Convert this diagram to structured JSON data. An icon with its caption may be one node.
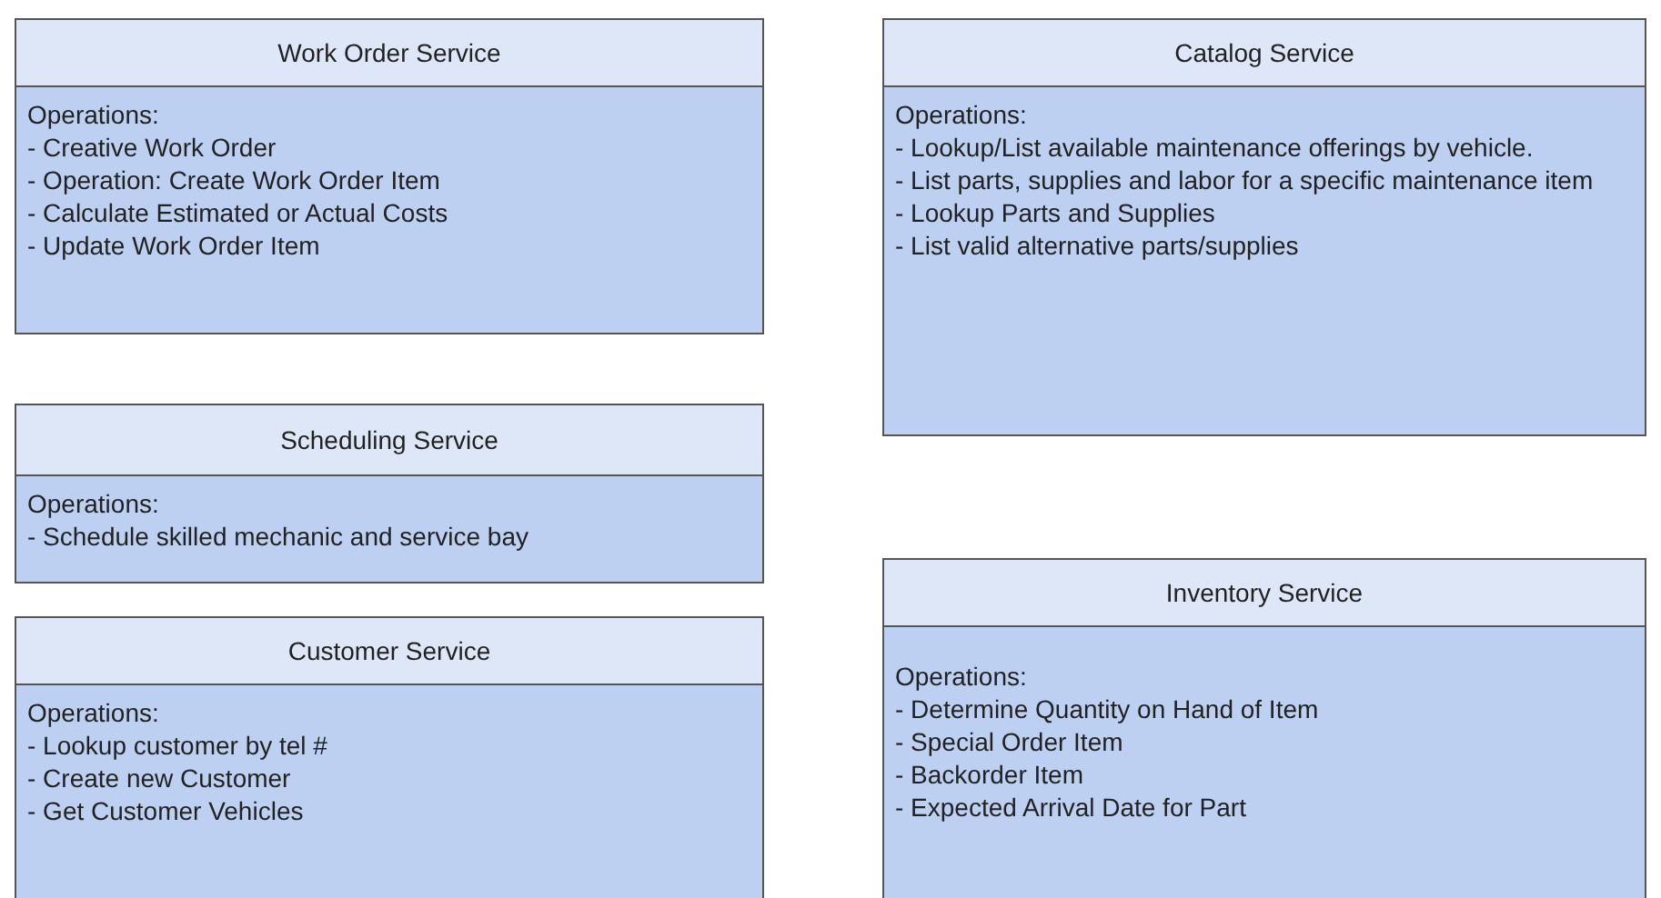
{
  "diagram": {
    "nodes": [
      {
        "text": [
          "Work Order Service",
          "Operations:",
          "- Creative Work Order",
          "- Operation: Create Work Order Item",
          "- Calculate Estimated or Actual Costs",
          "- Update Work Order Item"
        ]
      },
      {
        "text": [
          "Scheduling Service",
          "Operations:",
          "- Schedule skilled mechanic and service bay"
        ]
      },
      {
        "text": [
          "Customer Service",
          "Operations:",
          "- Lookup customer by tel #",
          "- Create new Customer",
          "- Get Customer Vehicles"
        ]
      },
      {
        "text": [
          "Catalog Service",
          "Operations:",
          "- Lookup/List available maintenance offerings by vehicle.",
          "- List parts, supplies and labor for a specific maintenance item",
          "- Lookup Parts and Supplies",
          "- List valid alternative parts/supplies"
        ]
      },
      {
        "text": [
          "Inventory Service",
          "Operations:",
          "- Determine Quantity on Hand of Item",
          "- Special Order Item",
          "- Backorder Item",
          "- Expected Arrival Date for Part"
        ]
      }
    ]
  }
}
